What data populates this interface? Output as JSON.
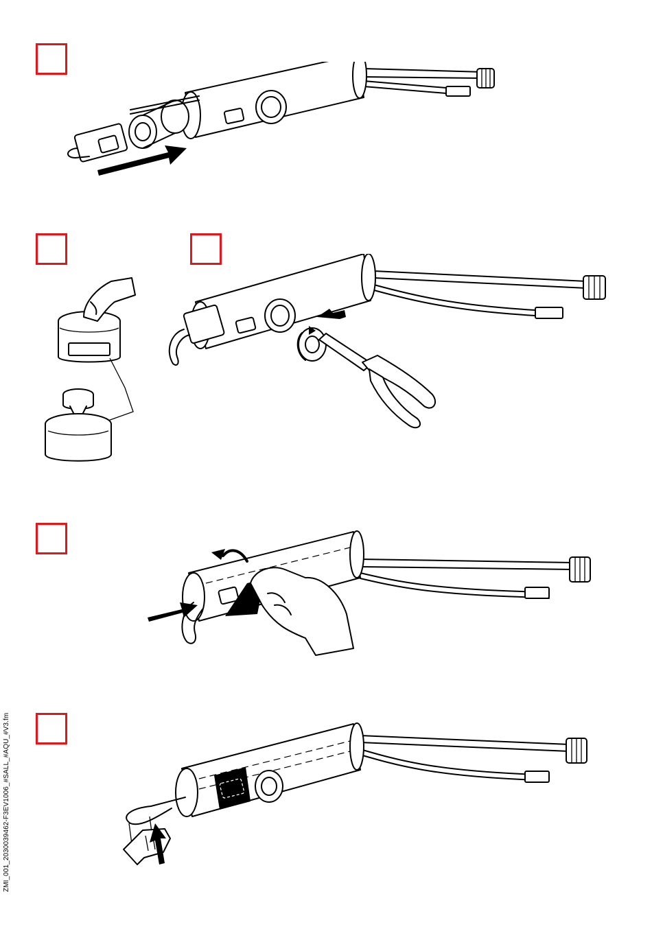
{
  "footer": {
    "document_code": "ZMI_001_2030039462-F3EV1006_#SALL_#AQU_#V3.fm"
  },
  "colors": {
    "step_box_border": "#e3161b",
    "line_art": "#000000",
    "background": "#ffffff"
  },
  "steps": [
    {
      "id": 1,
      "icon": "insert-cartridge-illustration"
    },
    {
      "id": 2,
      "icon": "aerator-disassembly-illustration"
    },
    {
      "id": 3,
      "icon": "pliers-nut-tightening-illustration"
    },
    {
      "id": 4,
      "icon": "hand-rotate-spout-illustration"
    },
    {
      "id": 5,
      "icon": "clip-insertion-illustration"
    }
  ]
}
